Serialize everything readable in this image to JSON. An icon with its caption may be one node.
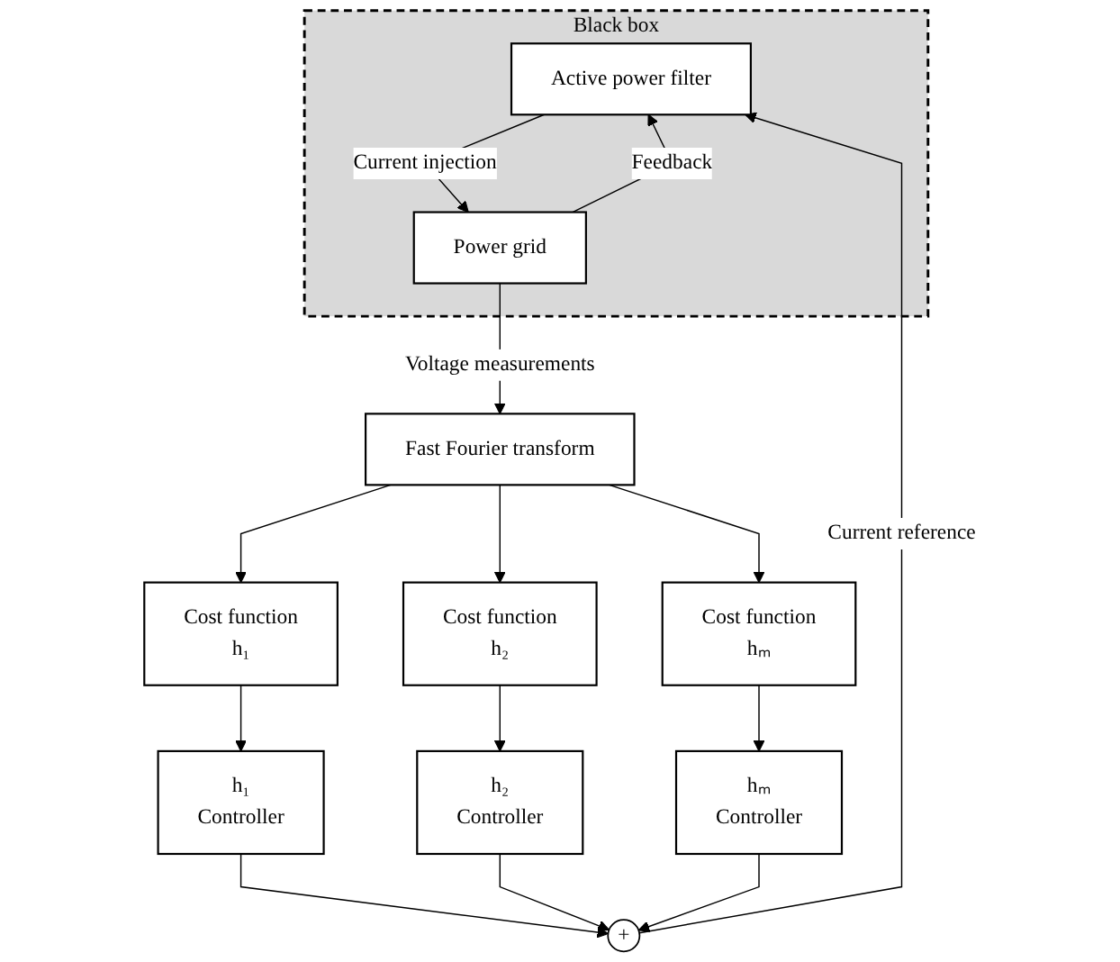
{
  "diagram": {
    "nodes": [
      {
        "text": [
          "Black box"
        ]
      },
      {
        "text": [
          "Active power filter"
        ],
        "in": 0
      },
      {
        "text": [
          "Power grid"
        ],
        "in": 0
      },
      {
        "text": [
          "h₁",
          "Controller"
        ]
      },
      {
        "text": [
          "Cost function",
          "h₁"
        ]
      },
      {
        "text": [
          "h₂",
          "Controller"
        ]
      },
      {
        "text": [
          "Cost function",
          "h₂"
        ]
      },
      {
        "text": [
          "hₘ",
          "Controller"
        ]
      },
      {
        "text": [
          "Cost function",
          "hₘ"
        ]
      },
      {
        "text": [
          "Fast Fourier transform"
        ]
      },
      {
        "text": [
          "+"
        ]
      }
    ],
    "edges": [
      {
        "from": 1,
        "to": 2,
        "arrow": "to",
        "label": "Current injection"
      },
      {
        "from": 2,
        "to": 1,
        "arrow": "to",
        "label": "Feedback"
      },
      {
        "from": 2,
        "to": 9,
        "arrow": "to",
        "label": "Voltage measurements"
      },
      {
        "from": 9,
        "to": 4,
        "arrow": "to"
      },
      {
        "from": 9,
        "to": 6,
        "arrow": "to"
      },
      {
        "from": 9,
        "to": 8,
        "arrow": "to"
      },
      {
        "from": 4,
        "to": 3,
        "arrow": "to"
      },
      {
        "from": 6,
        "to": 5,
        "arrow": "to"
      },
      {
        "from": 8,
        "to": 7,
        "arrow": "to"
      },
      {
        "from": 3,
        "to": 10,
        "arrow": "to"
      },
      {
        "from": 5,
        "to": 10,
        "arrow": "to"
      },
      {
        "from": 7,
        "to": 10,
        "arrow": "to"
      },
      {
        "from": 10,
        "to": 1,
        "arrow": "to",
        "label": "Current reference"
      }
    ]
  }
}
